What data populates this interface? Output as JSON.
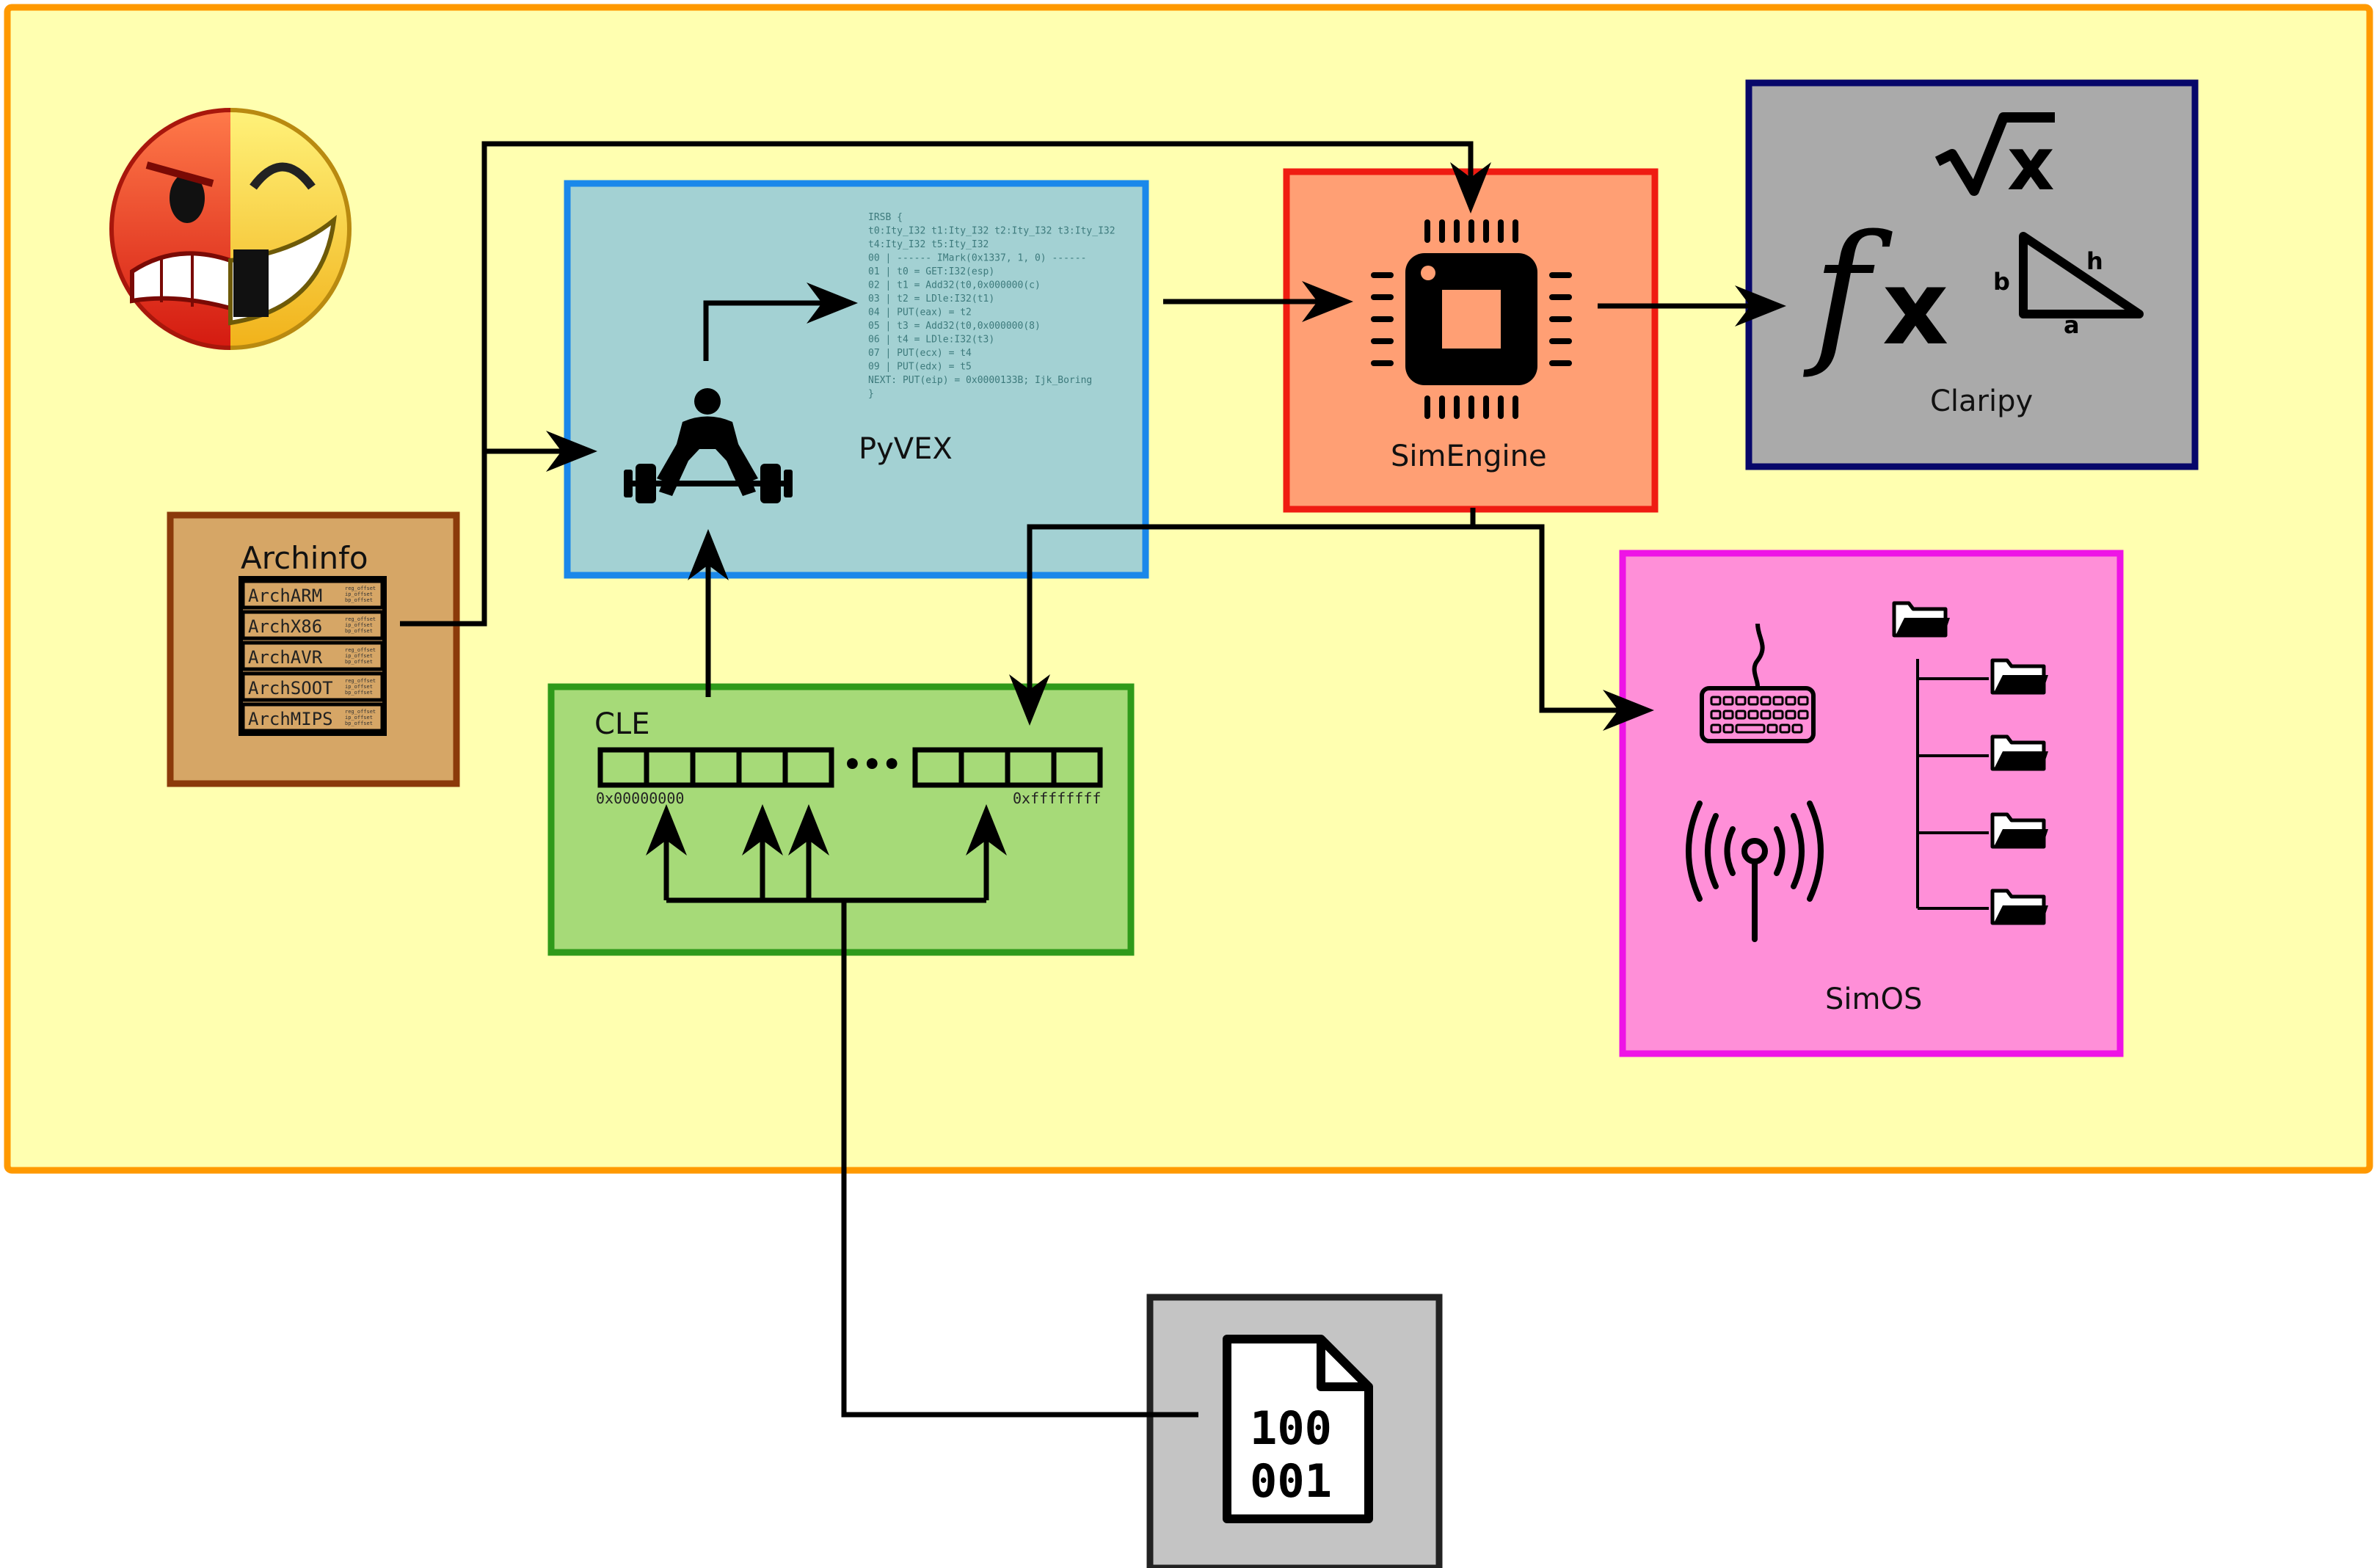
{
  "colors": {
    "outer_fill": "#ffffb0",
    "outer_border": "#ff9900",
    "archinfo_fill": "#d6a666",
    "archinfo_border": "#8b3a0a",
    "pyvex_fill": "#a3d1d3",
    "pyvex_border": "#1a88ea",
    "simengine_fill": "#ff9f74",
    "simengine_border": "#ef1c12",
    "claripy_fill": "#aaaaaa",
    "claripy_border": "#07076a",
    "cle_fill": "#a6da78",
    "cle_border": "#2f9a1a",
    "simos_fill": "#ff8fd8",
    "simos_border": "#ee14e6",
    "binary_fill": "#c4c4c4",
    "binary_border": "#222222"
  },
  "archinfo": {
    "title": "Archinfo",
    "items": [
      "ArchARM",
      "ArchX86",
      "ArchAVR",
      "ArchSOOT",
      "ArchMIPS"
    ],
    "item_sublabel": [
      "reg_offset",
      "ip_offset",
      "bp_offset"
    ]
  },
  "pyvex": {
    "title": "PyVEX",
    "irsb_lines": [
      "IRSB {",
      "   t0:Ity_I32 t1:Ity_I32 t2:Ity_I32 t3:Ity_I32",
      "t4:Ity_I32 t5:Ity_I32",
      "   00 | ------ IMark(0x1337, 1, 0) ------",
      "   01 | t0 = GET:I32(esp)",
      "   02 | t1 = Add32(t0,0x000000(c)",
      "   03 | t2 = LDle:I32(t1)",
      "   04 | PUT(eax) = t2",
      "   05 | t3 = Add32(t0,0x000000(8)",
      "   06 | t4 = LDle:I32(t3)",
      "   07 | PUT(ecx) = t4",
      "   09 | PUT(edx) = t5",
      "   NEXT: PUT(eip) = 0x0000133B; Ijk_Boring",
      "}"
    ]
  },
  "simengine": {
    "title": "SimEngine"
  },
  "claripy": {
    "title": "Claripy",
    "fx_symbol": "f",
    "fx_var": "x",
    "sqrt_var": "x",
    "triangle_labels": {
      "b": "b",
      "h": "h",
      "a": "a"
    }
  },
  "cle": {
    "title": "CLE",
    "addr_start": "0x00000000",
    "addr_end": "0xffffffff",
    "ellipsis": "•••"
  },
  "simos": {
    "title": "SimOS"
  },
  "binary": {
    "lines": [
      "100",
      "001"
    ]
  },
  "icons": [
    "angry-smiley-icon",
    "weightlifter-icon",
    "cpu-chip-icon",
    "function-fx-icon",
    "square-root-icon",
    "triangle-icon",
    "keyboard-icon",
    "antenna-icon",
    "folder-icon",
    "binary-file-icon"
  ]
}
